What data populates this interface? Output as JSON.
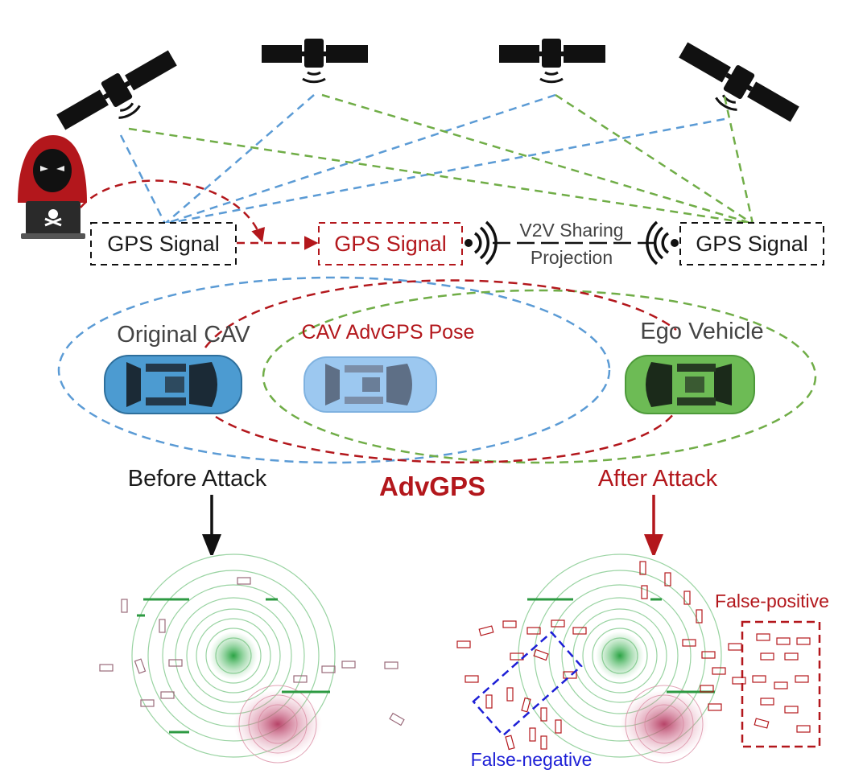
{
  "colors": {
    "red": "#b3171c",
    "blue_link": "#5b9bd5",
    "green_link": "#70ad47",
    "false_negative": "#1d1fd6",
    "ego_car": "#6dbb55",
    "cav_car": "#4c9bd1",
    "adv_car": "#9cc8f0"
  },
  "icons": {
    "satellites": [
      "satellite-icon",
      "satellite-icon",
      "satellite-icon",
      "satellite-icon"
    ],
    "attacker": "hacker-icon",
    "transmit": "wifi-signal-icon",
    "receive": "wifi-signal-icon"
  },
  "signals": {
    "left": "GPS Signal",
    "middle": "GPS Signal",
    "right": "GPS Signal"
  },
  "v2v": {
    "line1": "V2V Sharing",
    "line2": "Projection"
  },
  "vehicles": {
    "original": "Original CAV",
    "adv_pose": "CAV AdvGPS Pose",
    "ego": "Ego Vehicle"
  },
  "labels": {
    "before": "Before Attack",
    "method": "AdvGPS",
    "after": "After Attack",
    "false_positive": "False-positive",
    "false_negative": "False-negative"
  }
}
